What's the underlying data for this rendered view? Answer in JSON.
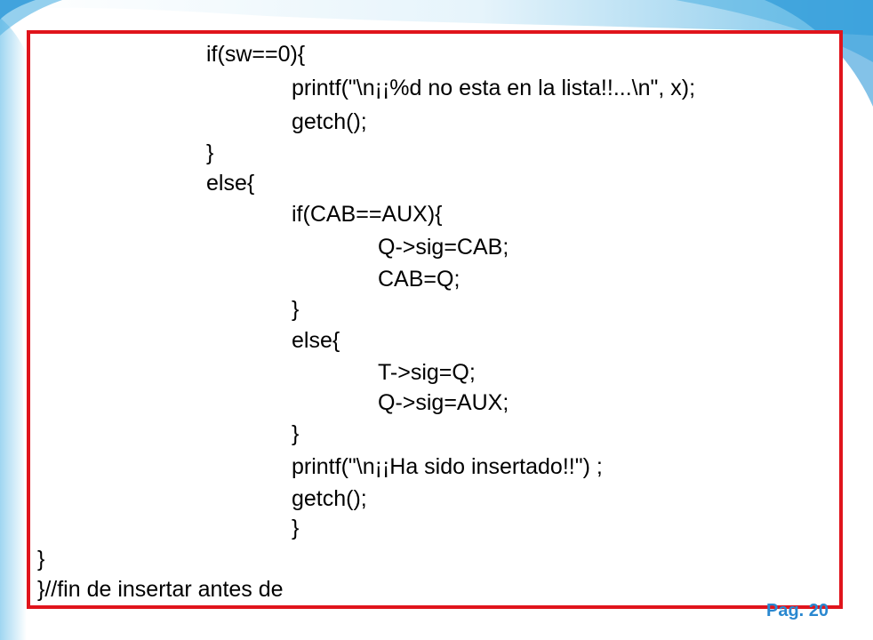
{
  "slide": {
    "page_number": "Pag. 20",
    "frame_color": "#e0141c",
    "accent_color": "#2a88d0"
  },
  "code": {
    "lines": [
      {
        "indent": 2,
        "text": "if(sw==0){"
      },
      {
        "indent": 3,
        "text": "printf(\"\\n¡¡%d no esta en la lista!!...\\n\", x);"
      },
      {
        "indent": 3,
        "text": "getch();"
      },
      {
        "indent": 2,
        "text": "}"
      },
      {
        "indent": 2,
        "text": "else{"
      },
      {
        "indent": 3,
        "text": "if(CAB==AUX){"
      },
      {
        "indent": 4,
        "text": "Q->sig=CAB;"
      },
      {
        "indent": 4,
        "text": "CAB=Q;"
      },
      {
        "indent": 3,
        "text": "}"
      },
      {
        "indent": 3,
        "text": "else{"
      },
      {
        "indent": 4,
        "text": "T->sig=Q;"
      },
      {
        "indent": 4,
        "text": "Q->sig=AUX;"
      },
      {
        "indent": 3,
        "text": "}"
      },
      {
        "indent": 3,
        "text": "printf(\"\\n¡¡Ha sido insertado!!\") ;"
      },
      {
        "indent": 3,
        "text": "getch();"
      },
      {
        "indent": 3,
        "text": "}"
      },
      {
        "indent": 0,
        "text": "}"
      },
      {
        "indent": 0,
        "text": "}//fin de insertar antes de"
      }
    ]
  }
}
